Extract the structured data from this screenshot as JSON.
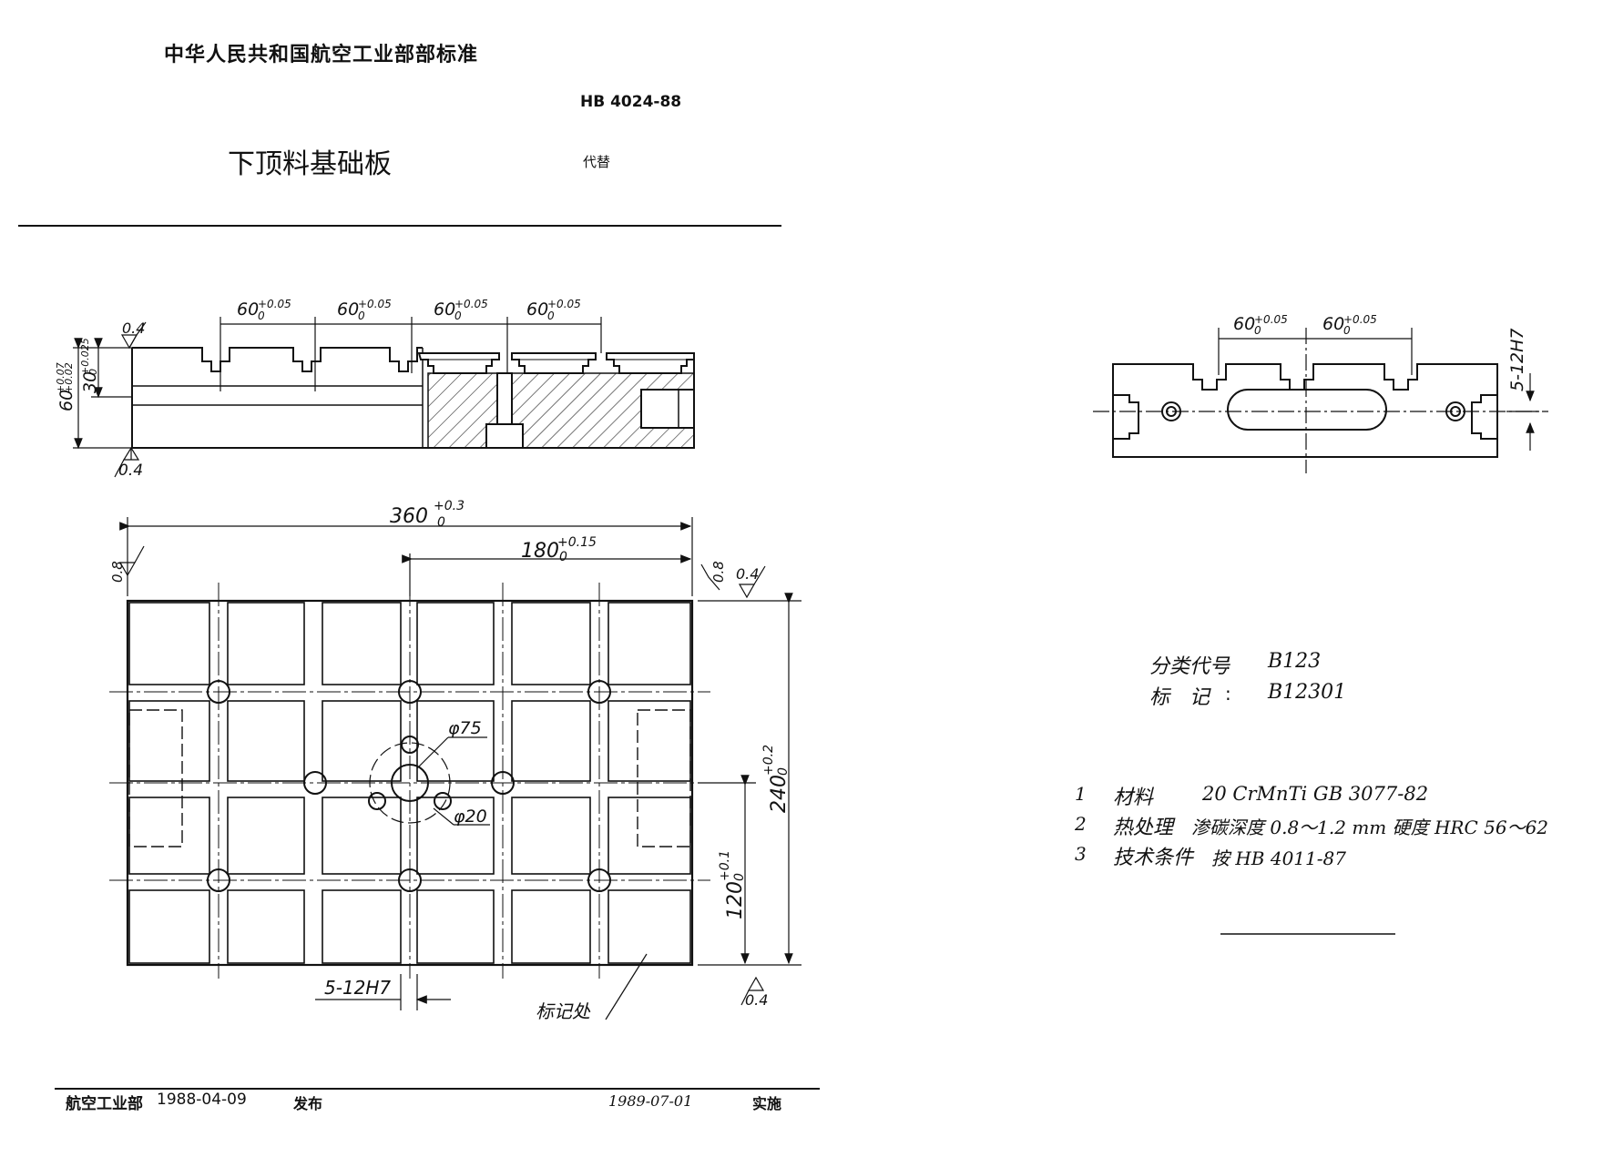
{
  "header": {
    "org_title": "中华人民共和国航空工业部部标准",
    "standard_code": "HB 4024-88",
    "part_name": "下顶料基础板",
    "replaces": "代替"
  },
  "dims": {
    "slot_top": "60+0.05 0",
    "slot_top_alt": "60+0.05 0",
    "height": "60+0.07 +0.02",
    "slot_depth": "30+0.025 0",
    "rough_04": "0.4",
    "length": "360+0.3 0",
    "half_length": "180+0.15 0",
    "rough_08": "0.8",
    "width": "240+0.2 0",
    "half_width": "120+0.1 0",
    "phi75": "φ75",
    "phi20": "φ20",
    "slots": "5-12H7",
    "mark_place": "标记处",
    "side_slot": "5-12H7"
  },
  "classification": {
    "label": "分类代号",
    "value": "B123",
    "mark_label": "标　记",
    "mark_value": "B12301"
  },
  "notes": [
    {
      "num": "1",
      "label": "材料",
      "text": "20 CrMnTi  GB 3077-82"
    },
    {
      "num": "2",
      "label": "热处理",
      "text": "渗碳深度 0.8～1.2 mm 硬度 HRC 56～62"
    },
    {
      "num": "3",
      "label": "技术条件",
      "text": "按 HB 4011-87"
    }
  ],
  "footer": {
    "issuer": "航空工业部",
    "issue_date": "1988-04-09",
    "issued": "发布",
    "impl_date": "1989-07-01",
    "implemented": "实施"
  }
}
